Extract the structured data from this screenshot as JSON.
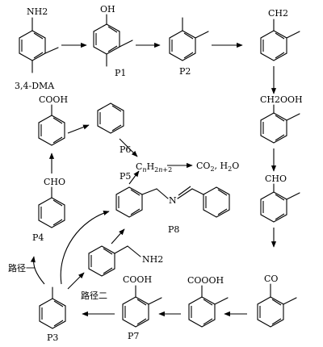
{
  "compounds": {
    "dma": {
      "group": "NH2",
      "label": "3,4-DMA"
    },
    "p1": {
      "group": "OH",
      "label": "P1"
    },
    "p2": {
      "label": "P2"
    },
    "ch2": {
      "group": "CH2"
    },
    "ch2ooh": {
      "group": "CH2OOH"
    },
    "cho_right": {
      "group": "CHO"
    },
    "co": {
      "group": "CO"
    },
    "cooh_ooh": {
      "group": "COOOH"
    },
    "p7": {
      "group": "COOH",
      "label": "P7"
    },
    "p3": {
      "label": "P3"
    },
    "benzylamine": {
      "group": "NH2"
    },
    "p8": {
      "group": "N",
      "label": "P8"
    },
    "p4": {
      "group": "CHO",
      "label": "P4"
    },
    "benzoic": {
      "group": "COOH"
    },
    "benzene": {
      "label": "P6"
    },
    "alkane": {
      "formula": "CnH2n+2",
      "label": "P5"
    }
  },
  "products": "CO2, H2O",
  "pathways": {
    "one": "路径一",
    "two": "路径二"
  }
}
